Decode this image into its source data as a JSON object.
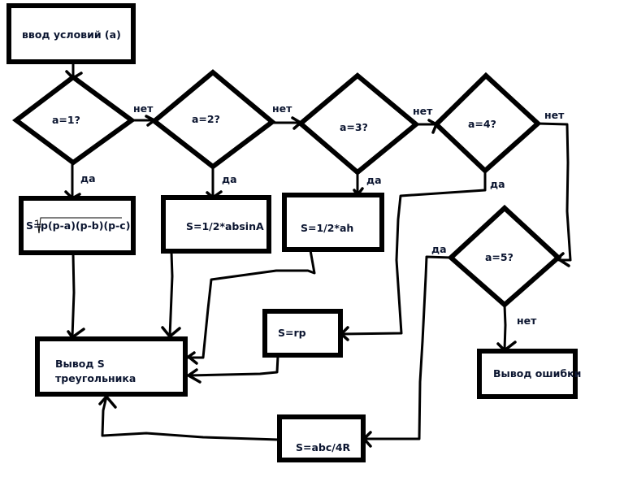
{
  "flowchart": {
    "start_box": {
      "text": "ввод условий   (а)"
    },
    "decisions": [
      {
        "id": "d1",
        "text": "а=1?",
        "yes_label": "да",
        "no_label": "нет"
      },
      {
        "id": "d2",
        "text": "а=2?",
        "yes_label": "да",
        "no_label": "нет"
      },
      {
        "id": "d3",
        "text": "а=3?",
        "yes_label": "да",
        "no_label": "нет"
      },
      {
        "id": "d4",
        "text": "а=4?",
        "yes_label": "да",
        "no_label": "нет"
      },
      {
        "id": "d5",
        "text": "а=5?",
        "yes_label": "да",
        "no_label": "нет"
      }
    ],
    "process_boxes": {
      "heron": {
        "prefix": "S=",
        "radicand": "p(p-a)(p-b)(p-c)"
      },
      "sine": {
        "text": "S=1/2*absinA"
      },
      "height": {
        "text": "S=1/2*ah"
      },
      "inradius": {
        "text": "S=rp"
      },
      "circumradius": {
        "text": "S=abc/4R"
      }
    },
    "output_box": {
      "line1": "Вывод S",
      "line2": "треугольника"
    },
    "error_box": {
      "text": "Вывод ошибки"
    }
  }
}
